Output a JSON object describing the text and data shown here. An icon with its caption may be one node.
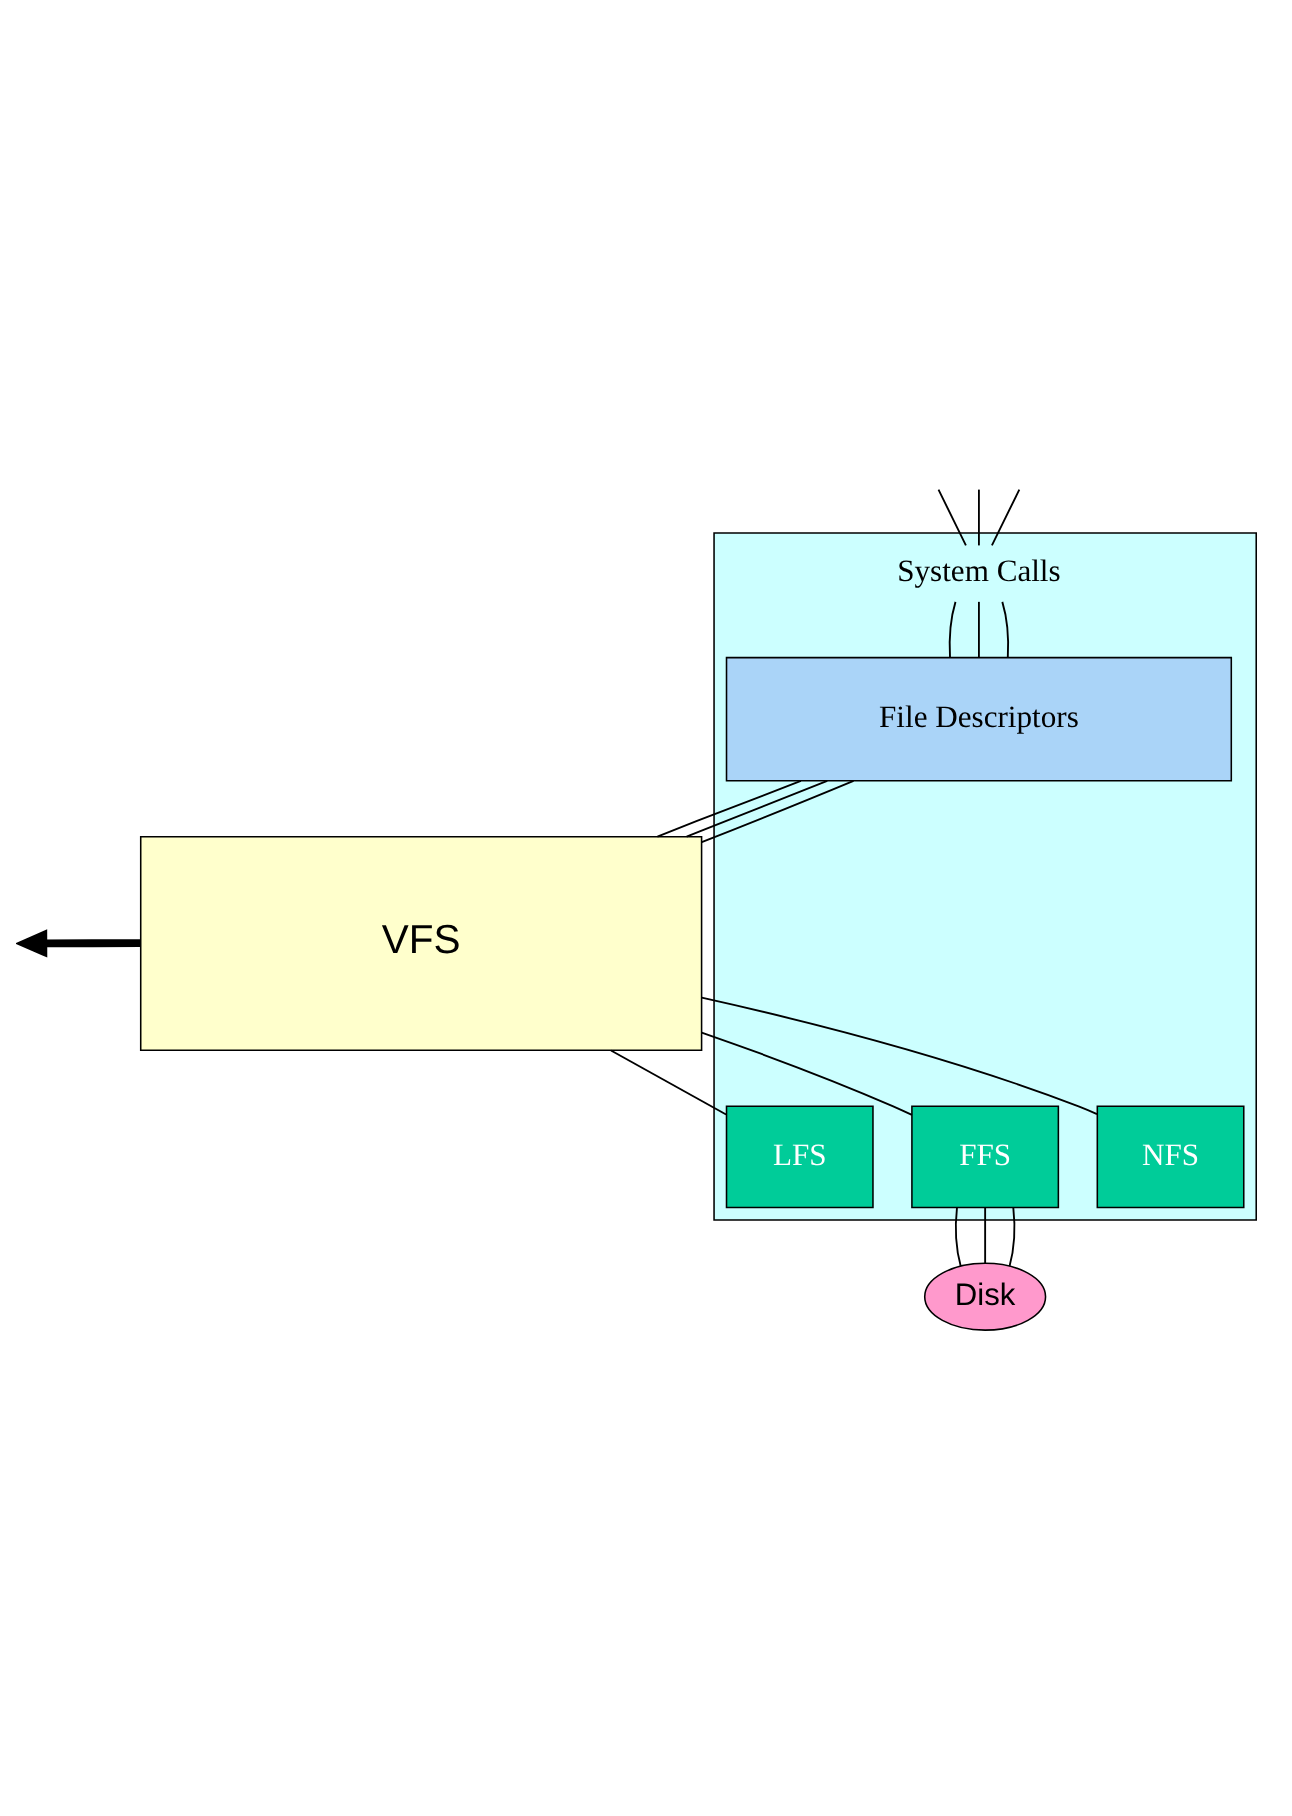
{
  "diagram": {
    "nodes": [
      {
        "text": [],
        "shape": "box"
      },
      {
        "text": [
          "System Calls"
        ],
        "in": 0
      },
      {
        "text": [
          "File Descriptors"
        ],
        "in": 0
      },
      {
        "text": [
          "VFS"
        ]
      },
      {
        "text": [
          "LFS"
        ],
        "in": 0
      },
      {
        "text": [
          "FFS"
        ],
        "in": 0
      },
      {
        "text": [
          "NFS"
        ],
        "in": 0
      },
      {
        "text": [
          "Disk"
        ]
      }
    ],
    "edges": [
      {
        "from": null,
        "to": 1,
        "arrow": "none"
      },
      {
        "from": null,
        "to": 1,
        "arrow": "none"
      },
      {
        "from": null,
        "to": 1,
        "arrow": "none"
      },
      {
        "from": 1,
        "to": 2,
        "arrow": "none"
      },
      {
        "from": 1,
        "to": 2,
        "arrow": "none"
      },
      {
        "from": 1,
        "to": 2,
        "arrow": "none"
      },
      {
        "from": 2,
        "to": 3,
        "arrow": "none"
      },
      {
        "from": 2,
        "to": 3,
        "arrow": "none"
      },
      {
        "from": 2,
        "to": 3,
        "arrow": "none"
      },
      {
        "from": 3,
        "to": null,
        "arrow": "to",
        "style": "thick"
      },
      {
        "from": 3,
        "to": 4,
        "arrow": "none"
      },
      {
        "from": 3,
        "to": 5,
        "arrow": "none"
      },
      {
        "from": 3,
        "to": 6,
        "arrow": "none"
      },
      {
        "from": 5,
        "to": 7,
        "arrow": "none"
      },
      {
        "from": 5,
        "to": 7,
        "arrow": "none"
      },
      {
        "from": 5,
        "to": 7,
        "arrow": "none"
      }
    ]
  }
}
